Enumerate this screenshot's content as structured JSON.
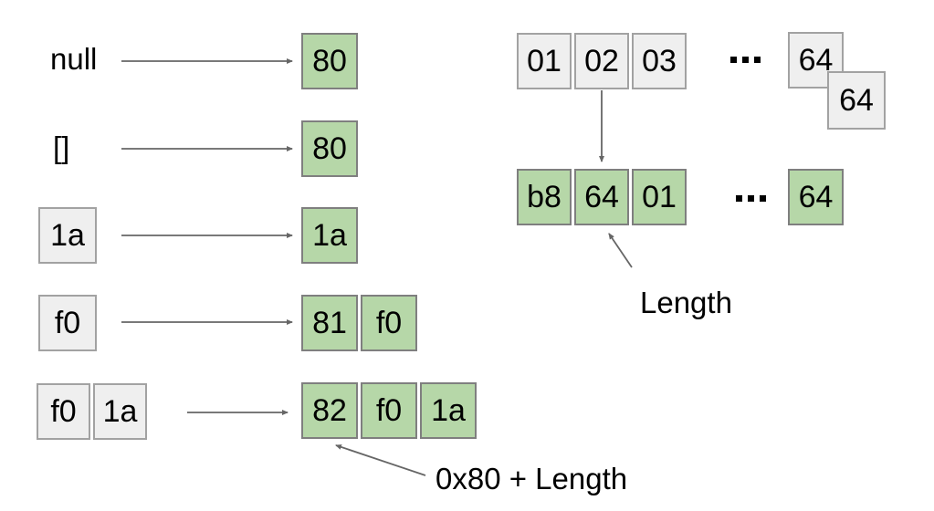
{
  "left": {
    "rows": [
      {
        "input_label": "null",
        "input": [],
        "output": [
          "80"
        ]
      },
      {
        "input_label": "[]",
        "input": [],
        "output": [
          "80"
        ]
      },
      {
        "input_label": "",
        "input": [
          "1a"
        ],
        "output": [
          "1a"
        ]
      },
      {
        "input_label": "",
        "input": [
          "f0"
        ],
        "output": [
          "81",
          "f0"
        ]
      },
      {
        "input_label": "",
        "input": [
          "f0",
          "1a"
        ],
        "output": [
          "82",
          "f0",
          "1a"
        ]
      }
    ]
  },
  "right": {
    "input": [
      "01",
      "02",
      "03"
    ],
    "input_ellipsis": "···",
    "input_tail": [
      "64",
      "64"
    ],
    "output": [
      "b8",
      "64",
      "01"
    ],
    "output_ellipsis": "···",
    "output_tail": "64"
  },
  "annotations": {
    "length": "Length",
    "prefix": "0x80 + Length"
  },
  "colors": {
    "green": "#b6d7a8",
    "gray": "#efefef",
    "green_border": "#7f7f7f",
    "gray_border": "#a2a2a2",
    "arrow": "#666666",
    "text": "#000000"
  }
}
